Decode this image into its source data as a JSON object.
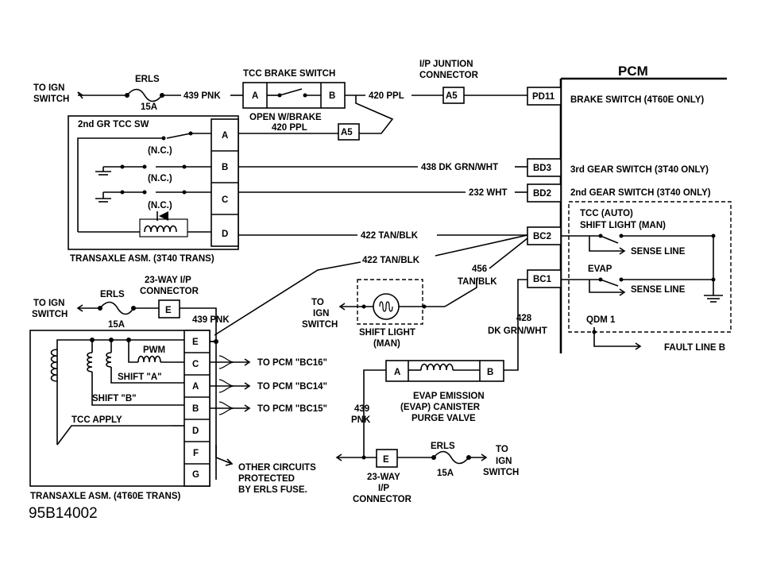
{
  "labels": {
    "pcm": "PCM",
    "tcc_brake_switch": "TCC BRAKE SWITCH",
    "open_w_brake": "OPEN W/BRAKE",
    "ip_junction": "I/P JUNTION",
    "connector": "CONNECTOR",
    "to_ign_top": "TO IGN",
    "switch_top": "SWITCH",
    "erls_top": "ERLS",
    "fuse_15a_top": "15A",
    "wire_439_pnk_top": "439 PNK",
    "wire_420_ppl_a": "420 PPL",
    "wire_420_ppl_b": "420 PPL",
    "pin_a": "A",
    "pin_b": "B",
    "pin_a5_1": "A5",
    "pin_a5_2": "A5",
    "pd11": "PD11",
    "brake_switch_4t60e": "BRAKE SWITCH (4T60E ONLY)",
    "gr2_tcc_sw": "2nd GR TCC SW",
    "nc1": "(N.C.)",
    "nc2": "(N.C.)",
    "nc3": "(N.C.)",
    "t40_pin_a": "A",
    "t40_pin_b": "B",
    "t40_pin_c": "C",
    "t40_pin_d": "D",
    "wire_438": "438 DK GRN/WHT",
    "wire_232": "232 WHT",
    "bd3": "BD3",
    "bd2": "BD2",
    "gear3_switch": "3rd GEAR SWITCH (3T40 ONLY)",
    "gear2_switch": "2nd GEAR SWITCH (3T40 ONLY)",
    "wire_422_a": "422 TAN/BLK",
    "wire_422_b": "422 TAN/BLK",
    "bc2": "BC2",
    "bc1": "BC1",
    "transaxle_3t40": "TRANSAXLE ASM. (3T40 TRANS)",
    "tcc_auto": "TCC (AUTO)",
    "shift_light_man_pcm": "SHIFT LIGHT (MAN)",
    "sense_line_1": "SENSE LINE",
    "evap": "EVAP",
    "sense_line_2": "SENSE LINE",
    "qdm1": "QDM 1",
    "fault_line_b": "FAULT LINE B",
    "wire_456": "456",
    "wire_456_color": "TAN/BLK",
    "to_ign_mid": "TO",
    "ign_mid": "IGN",
    "switch_mid": "SWITCH",
    "shift_light": "SHIFT LIGHT",
    "man": "(MAN)",
    "wire_428": "428",
    "wire_428_color": "DK GRN/WHT",
    "way23_ip": "23-WAY I/P",
    "connector_left": "CONNECTOR",
    "to_ign_left": "TO IGN",
    "switch_left": "SWITCH",
    "erls_left": "ERLS",
    "fuse_15a_left": "15A",
    "pin_e_left": "E",
    "wire_439_pnk_left": "439 PNK",
    "pwm": "PWM",
    "shift_a": "SHIFT \"A\"",
    "shift_b": "SHIFT \"B\"",
    "tcc_apply": "TCC APPLY",
    "t60_pin_e": "E",
    "t60_pin_c": "C",
    "t60_pin_a": "A",
    "t60_pin_b": "B",
    "t60_pin_d": "D",
    "t60_pin_f": "F",
    "t60_pin_g": "G",
    "to_pcm_bc16": "TO PCM \"BC16\"",
    "to_pcm_bc14": "TO PCM \"BC14\"",
    "to_pcm_bc15": "TO PCM \"BC15\"",
    "other_circuits": "OTHER CIRCUITS",
    "protected": "PROTECTED",
    "by_erls_fuse": "BY ERLS FUSE.",
    "transaxle_4t60e": "TRANSAXLE ASM. (4T60E TRANS)",
    "evap_pin_a": "A",
    "evap_pin_b": "B",
    "evap_emission": "EVAP EMISSION",
    "evap_canister": "(EVAP) CANISTER",
    "purge_valve": "PURGE VALVE",
    "wire_439_bot": "439",
    "pnk_bot": "PNK",
    "pin_e_bot": "E",
    "way23_bot": "23-WAY",
    "ip_bot": "I/P",
    "connector_bot": "CONNECTOR",
    "erls_bot": "ERLS",
    "fuse_15a_bot": "15A",
    "to_bot": "TO",
    "ign_bot": "IGN",
    "switch_bot": "SWITCH",
    "diagram_id": "95B14002"
  }
}
